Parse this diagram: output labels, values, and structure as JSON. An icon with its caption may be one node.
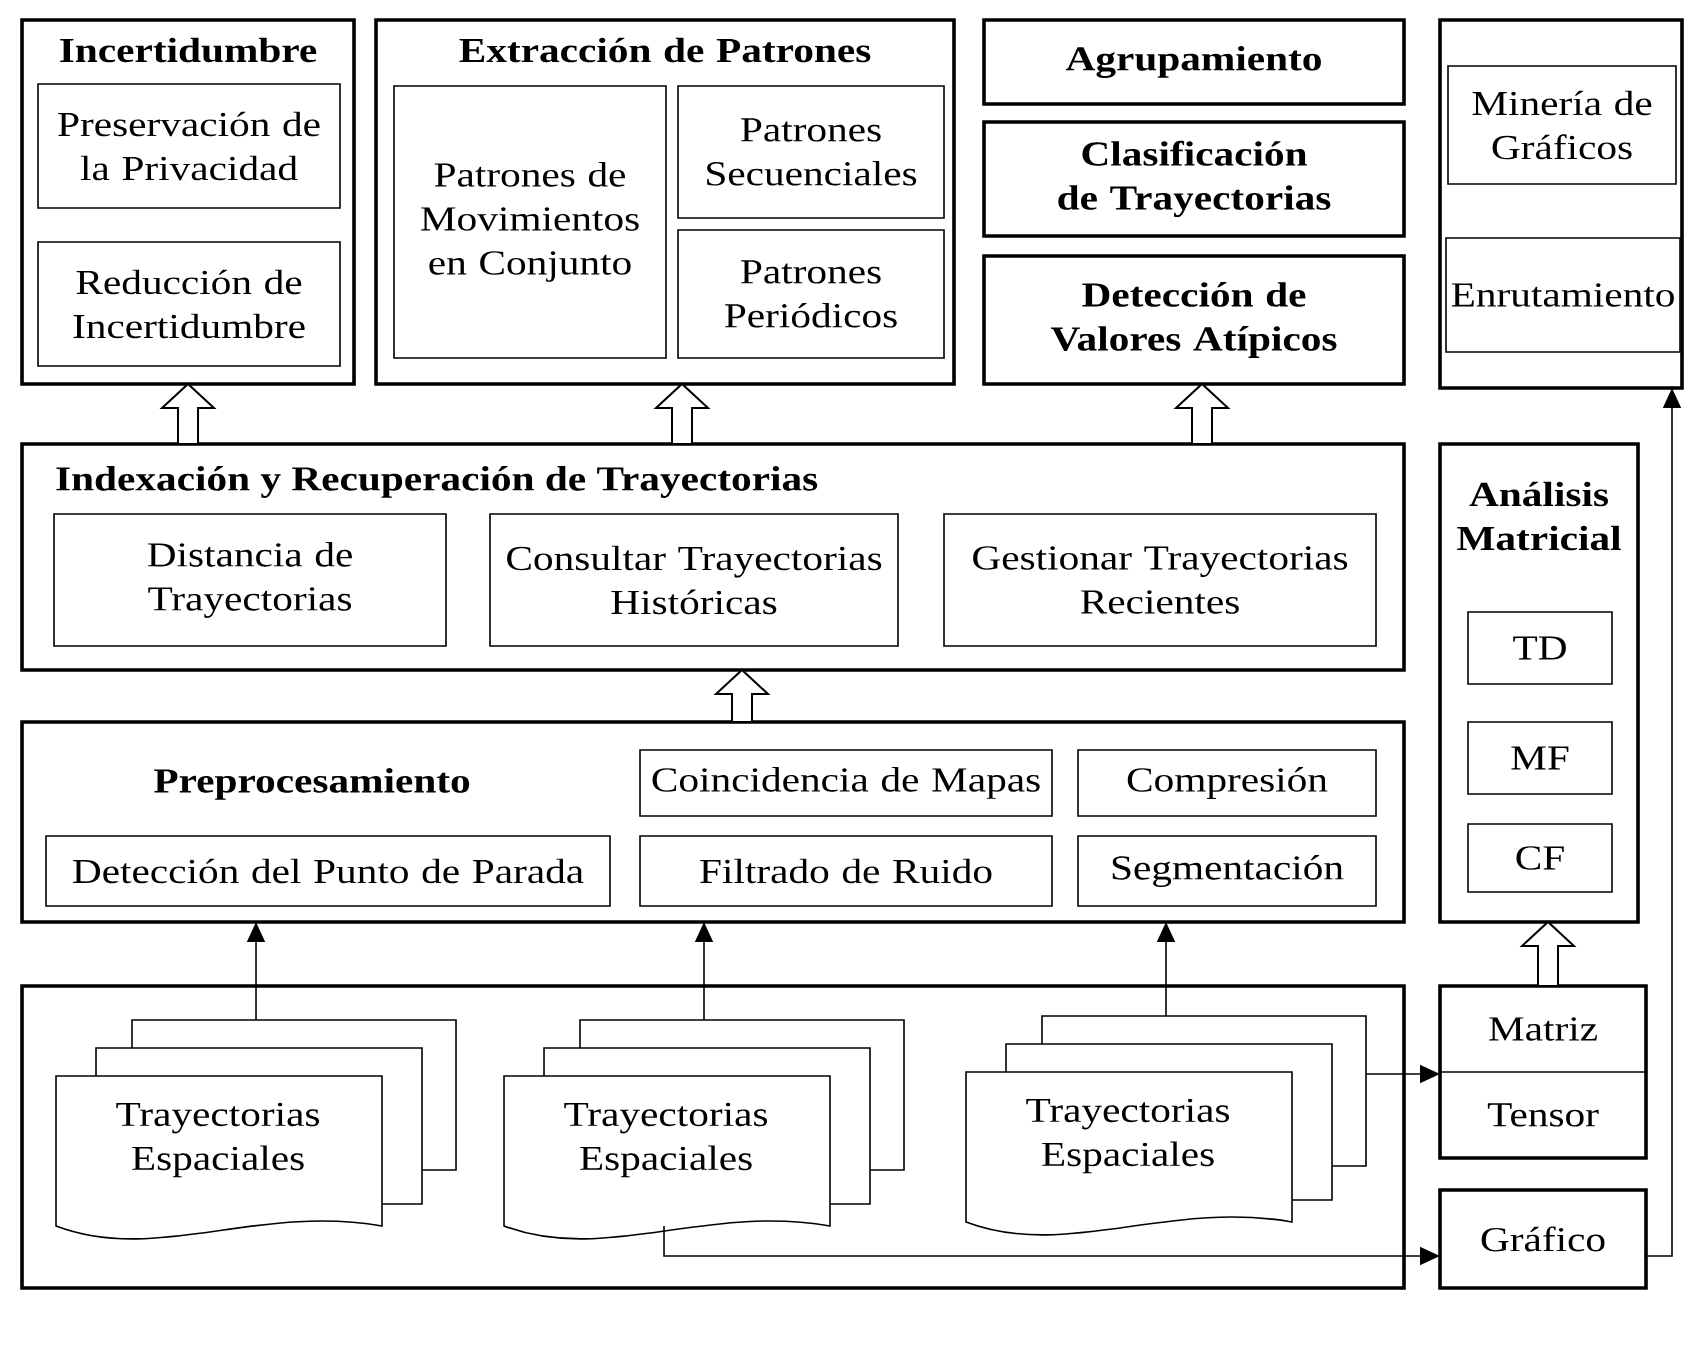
{
  "diagram": {
    "nodes": [
      {
        "text": [
          "Incertidumbre"
        ]
      },
      {
        "text": [
          "Preservación de la Privacidad"
        ],
        "in": 0
      },
      {
        "text": [
          "Reducción de Incertidumbre"
        ],
        "in": 0
      },
      {
        "text": [
          "Extracción de Patrones"
        ]
      },
      {
        "text": [
          "Patrones de Movimientos en Conjunto"
        ],
        "in": 3
      },
      {
        "text": [
          "Patrones Secuenciales"
        ],
        "in": 3
      },
      {
        "text": [
          "Patrones Periódicos"
        ],
        "in": 3
      },
      {
        "text": [
          "Agrupamiento"
        ]
      },
      {
        "text": [
          "Clasificación de Trayectorias"
        ]
      },
      {
        "text": [
          "Detección de Valores Atípicos"
        ]
      },
      {
        "text": [],
        "shape": "box"
      },
      {
        "text": [
          "Minería de Gráficos"
        ],
        "in": 10
      },
      {
        "text": [
          "Enrutamiento"
        ],
        "in": 10
      },
      {
        "text": [
          "Indexación y Recuperación de Trayectorias"
        ]
      },
      {
        "text": [
          "Distancia de Trayectorias"
        ],
        "in": 13
      },
      {
        "text": [
          "Consultar Trayectorias Históricas"
        ],
        "in": 13
      },
      {
        "text": [
          "Gestionar Trayectorias Recientes"
        ],
        "in": 13
      },
      {
        "text": [
          "Análisis Matricial"
        ]
      },
      {
        "text": [
          "TD"
        ],
        "in": 17
      },
      {
        "text": [
          "MF"
        ],
        "in": 17
      },
      {
        "text": [
          "CF"
        ],
        "in": 17
      },
      {
        "text": [
          "Preprocesamiento"
        ]
      },
      {
        "text": [
          "Coincidencia de Mapas"
        ],
        "in": 21
      },
      {
        "text": [
          "Compresión"
        ],
        "in": 21
      },
      {
        "text": [
          "Detección del Punto de Parada"
        ],
        "in": 21
      },
      {
        "text": [
          "Filtrado de Ruido"
        ],
        "in": 21
      },
      {
        "text": [
          "Segmentación"
        ],
        "in": 21
      },
      {
        "text": [],
        "shape": "box"
      },
      {
        "text": [
          "Trayectorias Espaciales"
        ],
        "in": 27
      },
      {
        "text": [
          "Trayectorias Espaciales"
        ],
        "in": 27
      },
      {
        "text": [
          "Trayectorias Espaciales"
        ],
        "in": 27
      },
      {
        "text": [
          "Matriz",
          "Tensor"
        ]
      },
      {
        "text": [
          "Gráfico"
        ]
      }
    ],
    "edges": [
      {
        "from": 13,
        "to": 0,
        "arrow": "to",
        "style": "thick"
      },
      {
        "from": 13,
        "to": 3,
        "arrow": "to",
        "style": "thick"
      },
      {
        "from": 13,
        "to": 9,
        "arrow": "to",
        "style": "thick"
      },
      {
        "from": 21,
        "to": 13,
        "arrow": "to",
        "style": "thick"
      },
      {
        "from": 31,
        "to": 17,
        "arrow": "to",
        "style": "thick"
      },
      {
        "from": 28,
        "to": 21,
        "arrow": "to"
      },
      {
        "from": 29,
        "to": 21,
        "arrow": "to"
      },
      {
        "from": 30,
        "to": 21,
        "arrow": "to"
      },
      {
        "from": 30,
        "to": 31,
        "arrow": "to"
      },
      {
        "from": 29,
        "to": 32,
        "arrow": "to"
      },
      {
        "from": 32,
        "to": 10,
        "arrow": "to"
      }
    ]
  }
}
